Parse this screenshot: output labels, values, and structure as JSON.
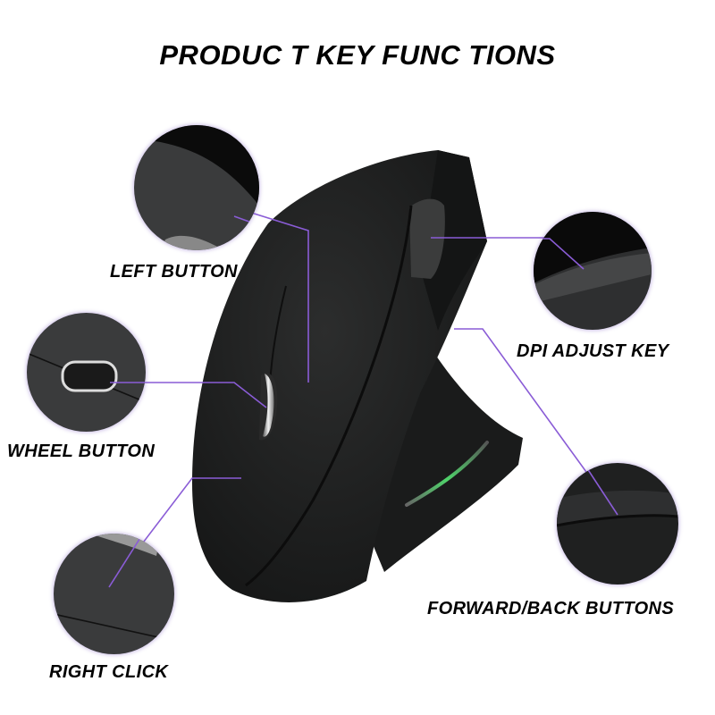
{
  "title": "PRODUC T KEY FUNC TIONS",
  "labels": {
    "left_button": "LEFT BUTTON",
    "wheel_button": "WHEEL BUTTON",
    "right_click": "RIGHT CLICK",
    "dpi_adjust_key": "DPI ADJUST KEY",
    "forward_back_buttons": "FORWARD/BACK BUTTONS"
  },
  "colors": {
    "leader_line": "#8a5cd6",
    "mouse_body": "#1e1f1f",
    "led": "#4fd36a",
    "background": "#ffffff"
  }
}
